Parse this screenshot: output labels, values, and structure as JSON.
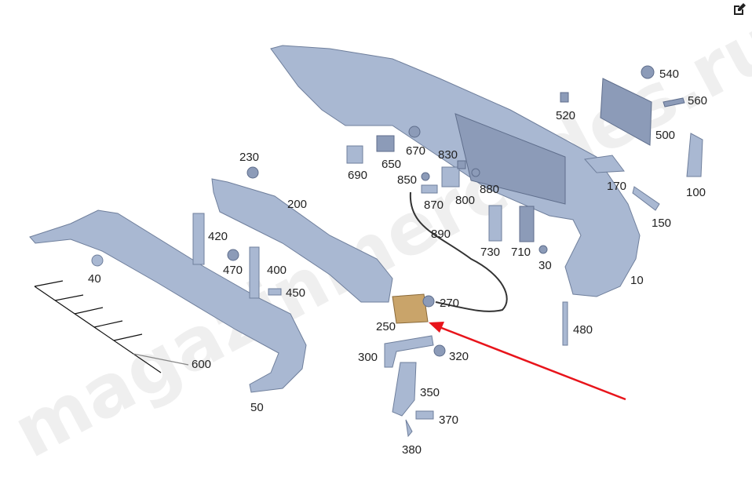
{
  "diagram": {
    "watermark": "magazinmercedes.ru",
    "arrow_color": "#e8141b",
    "highlight_color": "#c9a46a",
    "part_color": "#a9b8d2",
    "labels": [
      "540",
      "560",
      "520",
      "500",
      "230",
      "670",
      "830",
      "690",
      "650",
      "850",
      "880",
      "170",
      "100",
      "200",
      "870",
      "800",
      "890",
      "150",
      "420",
      "730",
      "710",
      "470",
      "400",
      "30",
      "40",
      "10",
      "450",
      "270",
      "250",
      "480",
      "300",
      "320",
      "600",
      "350",
      "50",
      "370",
      "380"
    ],
    "highlighted_part": "250"
  },
  "toolbar": {
    "edit_icon": "edit-icon"
  }
}
